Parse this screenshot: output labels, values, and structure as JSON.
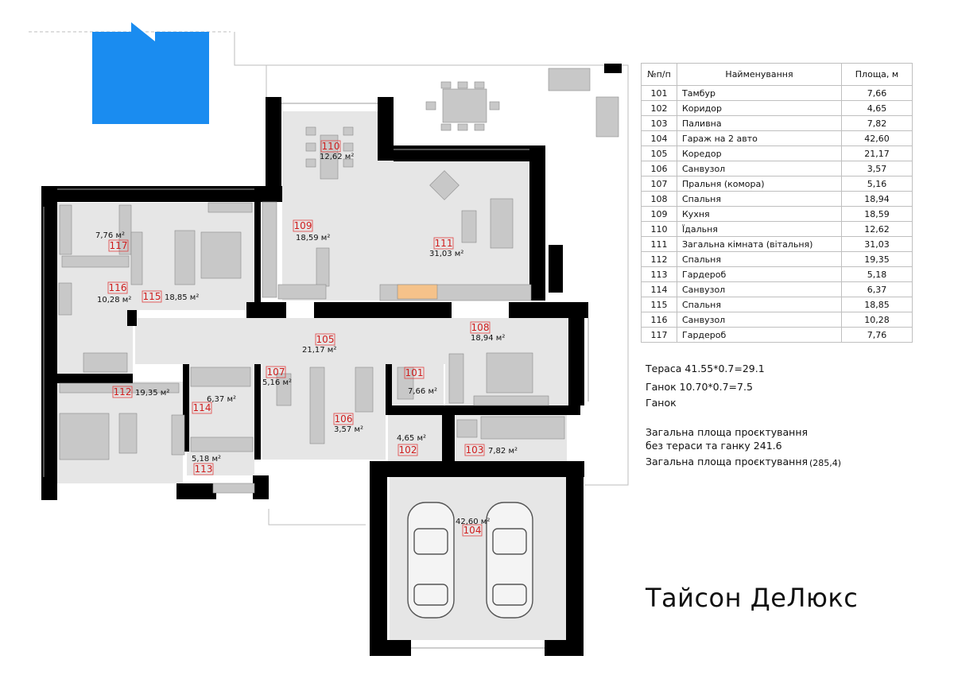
{
  "rooms_table": {
    "headers": [
      "№п/п",
      "Найменування",
      "Площа, м"
    ],
    "rows": [
      {
        "no": "101",
        "name": "Тамбур",
        "area": "7,66"
      },
      {
        "no": "102",
        "name": "Коридор",
        "area": "4,65"
      },
      {
        "no": "103",
        "name": "Паливна",
        "area": "7,82"
      },
      {
        "no": "104",
        "name": "Гараж на 2 авто",
        "area": "42,60"
      },
      {
        "no": "105",
        "name": "Коредор",
        "area": "21,17"
      },
      {
        "no": "106",
        "name": "Санвузол",
        "area": "3,57"
      },
      {
        "no": "107",
        "name": "Пральня (комора)",
        "area": "5,16"
      },
      {
        "no": "108",
        "name": "Спальня",
        "area": "18,94"
      },
      {
        "no": "109",
        "name": "Кухня",
        "area": "18,59"
      },
      {
        "no": "110",
        "name": "Їдальня",
        "area": "12,62"
      },
      {
        "no": "111",
        "name": "Загальна кімната (вітальня)",
        "area": "31,03"
      },
      {
        "no": "112",
        "name": " Спальня",
        "area": "19,35"
      },
      {
        "no": "113",
        "name": " Гардероб",
        "area": "5,18"
      },
      {
        "no": "114",
        "name": "Санвузол",
        "area": "6,37"
      },
      {
        "no": "115",
        "name": "Спальня",
        "area": "18,85"
      },
      {
        "no": "116",
        "name": "Санвузол",
        "area": "10,28"
      },
      {
        "no": "117",
        "name": " Гардероб",
        "area": "7,76"
      }
    ]
  },
  "notes": {
    "terrace": "Тераса 41.55*0.7=29.1",
    "porch_calc": "Ганок 10.70*0.7=7.5",
    "porch": "Ганок",
    "total_no_terrace_1": "Загальна площа проєктування",
    "total_no_terrace_2": " без тераси та ганку 241.6",
    "total_label": "Загальна площа проєктування",
    "total_value": "(285,4)"
  },
  "title": "Тайсон ДеЛюкс",
  "plan_labels": [
    {
      "num": "110",
      "area": "12,62 м²"
    },
    {
      "num": "109",
      "area": "18,59 м²"
    },
    {
      "num": "111",
      "area": "31,03 м²"
    },
    {
      "num": "117",
      "area": "7,76 м²"
    },
    {
      "num": "115",
      "area": "18,85 м²"
    },
    {
      "num": "116",
      "area": "10,28 м²"
    },
    {
      "num": "105",
      "area": "21,17 м²"
    },
    {
      "num": "108",
      "area": "18,94 м²"
    },
    {
      "num": "107",
      "area": "5,16 м²"
    },
    {
      "num": "106",
      "area": "3,57 м²"
    },
    {
      "num": "101",
      "area": "7,66 м²"
    },
    {
      "num": "112",
      "area": "19,35 м²"
    },
    {
      "num": "114",
      "area": "6,37 м²"
    },
    {
      "num": "113",
      "area": "5,18 м²"
    },
    {
      "num": "102",
      "area": "4,65 м²"
    },
    {
      "num": "103",
      "area": "7,82 м²"
    },
    {
      "num": "104",
      "area": "42,60 м²"
    }
  ],
  "colors": {
    "wall": "#000000",
    "floor": "#e6e6e6",
    "pool": "#1a8cf0",
    "furniture": "#c8c8c8",
    "label_red": "#d01c1c",
    "fireplace": "#f5c28a"
  }
}
